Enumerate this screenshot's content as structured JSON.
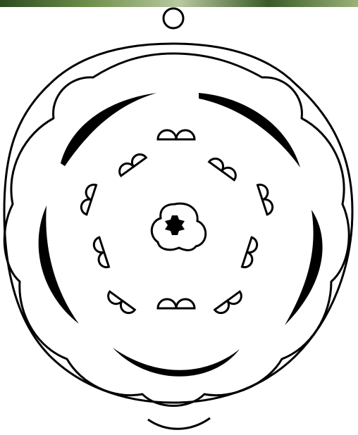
{
  "figure": {
    "kind": "floral diagram",
    "stroke_color": "#000000",
    "fill_color": "#ffffff",
    "banner_colors": [
      "#2f4a1e",
      "#6f8f4a",
      "#b8c9a0",
      "#3b5a28",
      "#9bb27a"
    ]
  },
  "parts": {
    "axis_marker": "circle-icon",
    "bract": "crescent-icon",
    "outer_whorl": "lobed-outline",
    "sepals": {
      "count": 5
    },
    "stamens": {
      "count": 10
    },
    "ovary": {
      "locules": 3
    }
  }
}
